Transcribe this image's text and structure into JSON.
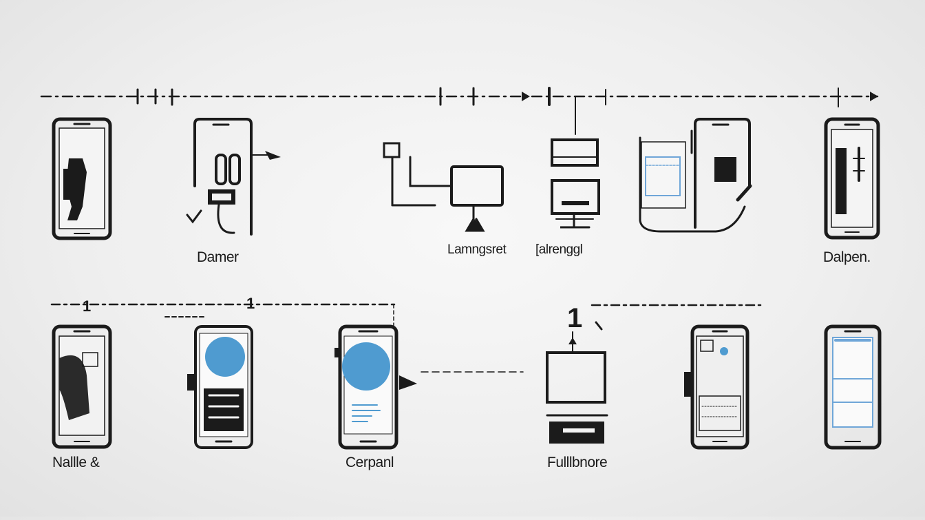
{
  "labels": {
    "damer": "Damer",
    "dalpen": "Dalpen.",
    "center_left": "Lamngsret",
    "center_right": "[alrenggl",
    "nallle": "Nallle &",
    "cerpanl": "Cerpanl",
    "fullbnore": "Fulllbnore",
    "marker_one": "1"
  },
  "colors": {
    "outline": "#1b1b1b",
    "accent_blue": "#4f9bd0",
    "screen_light": "#f4f4f4",
    "panel_blue": "#6fa6d8"
  },
  "icons": [
    "phone-tool-icon",
    "phone-plug-icon",
    "cable-node-icon",
    "monitor-stand-icon",
    "phone-cable-icon",
    "phone-slim-icon",
    "phone-photo-icon",
    "phone-blue-circle-icon",
    "phone-list-icon",
    "monitor-printer-icon",
    "phone-gallery-icon",
    "phone-blue-grid-icon"
  ]
}
